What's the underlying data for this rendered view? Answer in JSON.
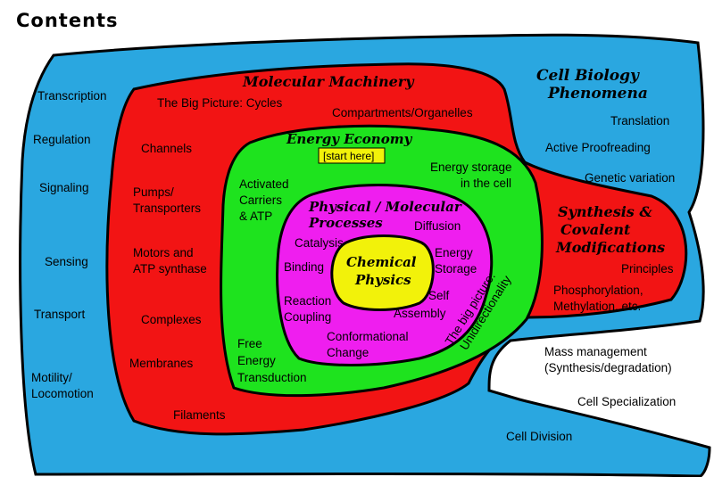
{
  "header": {
    "title": "Contents"
  },
  "colors": {
    "cell_biology": "#2aa7e0",
    "molecular_machinery": "#f21414",
    "energy_economy": "#1ee31e",
    "physical_molecular": "#ef1eef",
    "chemical_physics": "#f2f20a",
    "start_box": "#f2f20a",
    "outline": "#000000"
  },
  "regions": {
    "cell_biology": {
      "title_line1": "Cell Biology",
      "title_line2": "Phenomena",
      "items": {
        "transcription": "Transcription",
        "regulation": "Regulation",
        "signaling": "Signaling",
        "sensing": "Sensing",
        "transport": "Transport",
        "motility_line1": "Motility/",
        "motility_line2": "Locomotion",
        "translation": "Translation",
        "active_proofreading": "Active Proofreading",
        "genetic_variation": "Genetic variation",
        "mass_management_line1": "Mass management",
        "mass_management_line2": "(Synthesis/degradation)",
        "cell_specialization": "Cell Specialization",
        "cell_division": "Cell Division"
      }
    },
    "molecular_machinery": {
      "title": "Molecular Machinery",
      "items": {
        "big_picture_cycles": "The Big Picture: Cycles",
        "compartments": "Compartments/Organelles",
        "channels": "Channels",
        "pumps_line1": "Pumps/",
        "pumps_line2": "Transporters",
        "motors_line1": "Motors and",
        "motors_line2": "ATP synthase",
        "complexes": "Complexes",
        "membranes": "Membranes",
        "filaments": "Filaments"
      }
    },
    "synthesis": {
      "title_line1": "Synthesis &",
      "title_line2": "Covalent",
      "title_line3": "Modifications",
      "items": {
        "principles": "Principles",
        "phosphorylation_line1": "Phosphorylation,",
        "phosphorylation_line2": "Methylation, etc."
      }
    },
    "energy_economy": {
      "title": "Energy Economy",
      "start_here": "[start here]",
      "items": {
        "energy_storage_line1": "Energy storage",
        "energy_storage_line2": "in the cell",
        "activated_line1": "Activated",
        "activated_line2": "Carriers",
        "activated_line3": "& ATP",
        "free_energy_line1": "Free",
        "free_energy_line2": "Energy",
        "free_energy_line3": "Transduction",
        "big_picture_line1": "The big picture:",
        "big_picture_line2": "Unidirectionality"
      }
    },
    "physical_molecular": {
      "title_line1": "Physical / Molecular",
      "title_line2": "Processes",
      "items": {
        "diffusion": "Diffusion",
        "catalysis": "Catalysis",
        "binding": "Binding",
        "energy_line1": "Energy",
        "energy_line2": "Storage",
        "reaction_line1": "Reaction",
        "reaction_line2": "Coupling",
        "self_line1": "Self",
        "self_line2": "Assembly",
        "conformational_line1": "Conformational",
        "conformational_line2": "Change"
      }
    },
    "chemical_physics": {
      "title_line1": "Chemical",
      "title_line2": "Physics"
    }
  }
}
